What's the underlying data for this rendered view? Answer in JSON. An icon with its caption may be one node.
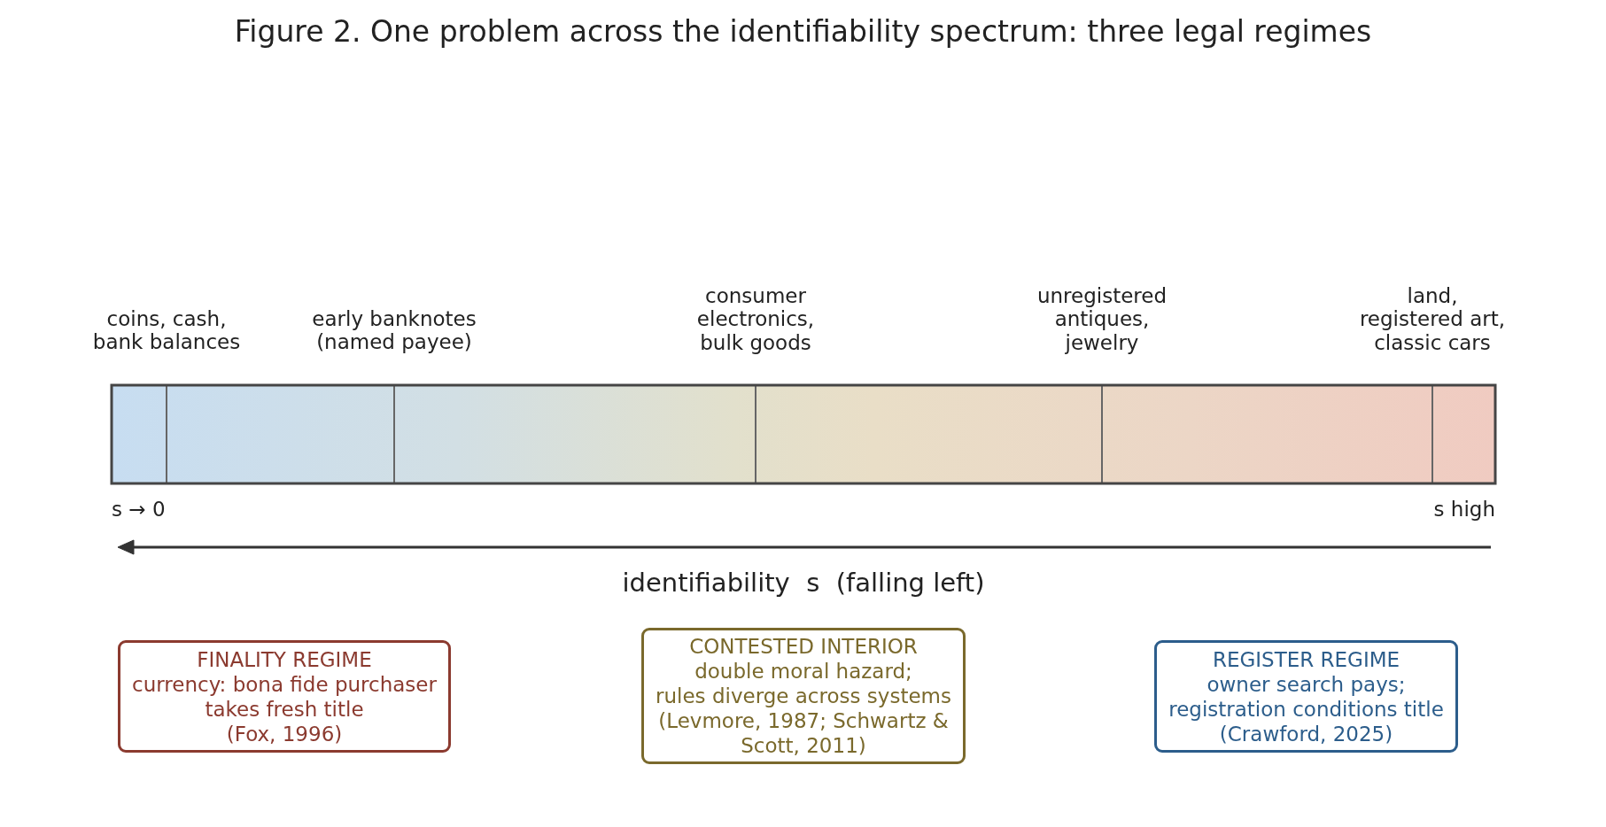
{
  "diagram": {
    "title": "Figure 2. One problem across the identifiability spectrum: three legal regimes",
    "nodes": [
      {
        "text": [
          "FINALITY REGIME",
          "currency: bona fide purchaser takes fresh title",
          "(Fox, 1996)"
        ]
      },
      {
        "text": [
          "CONTESTED INTERIOR",
          "double moral hazard;",
          "rules diverge across systems",
          "(Levmore, 1987; Schwartz & Scott, 2011)"
        ]
      },
      {
        "text": [
          "REGISTER REGIME",
          "owner search pays;",
          "registration conditions title",
          "(Crawford, 2025)"
        ]
      }
    ],
    "labels": [
      "coins, cash, bank balances",
      "early banknotes (named payee)",
      "consumer electronics, bulk goods",
      "unregistered antiques, jewelry",
      "land, registered art, classic cars",
      "s → 0",
      "s high",
      "identifiability  s  (falling left)"
    ]
  }
}
